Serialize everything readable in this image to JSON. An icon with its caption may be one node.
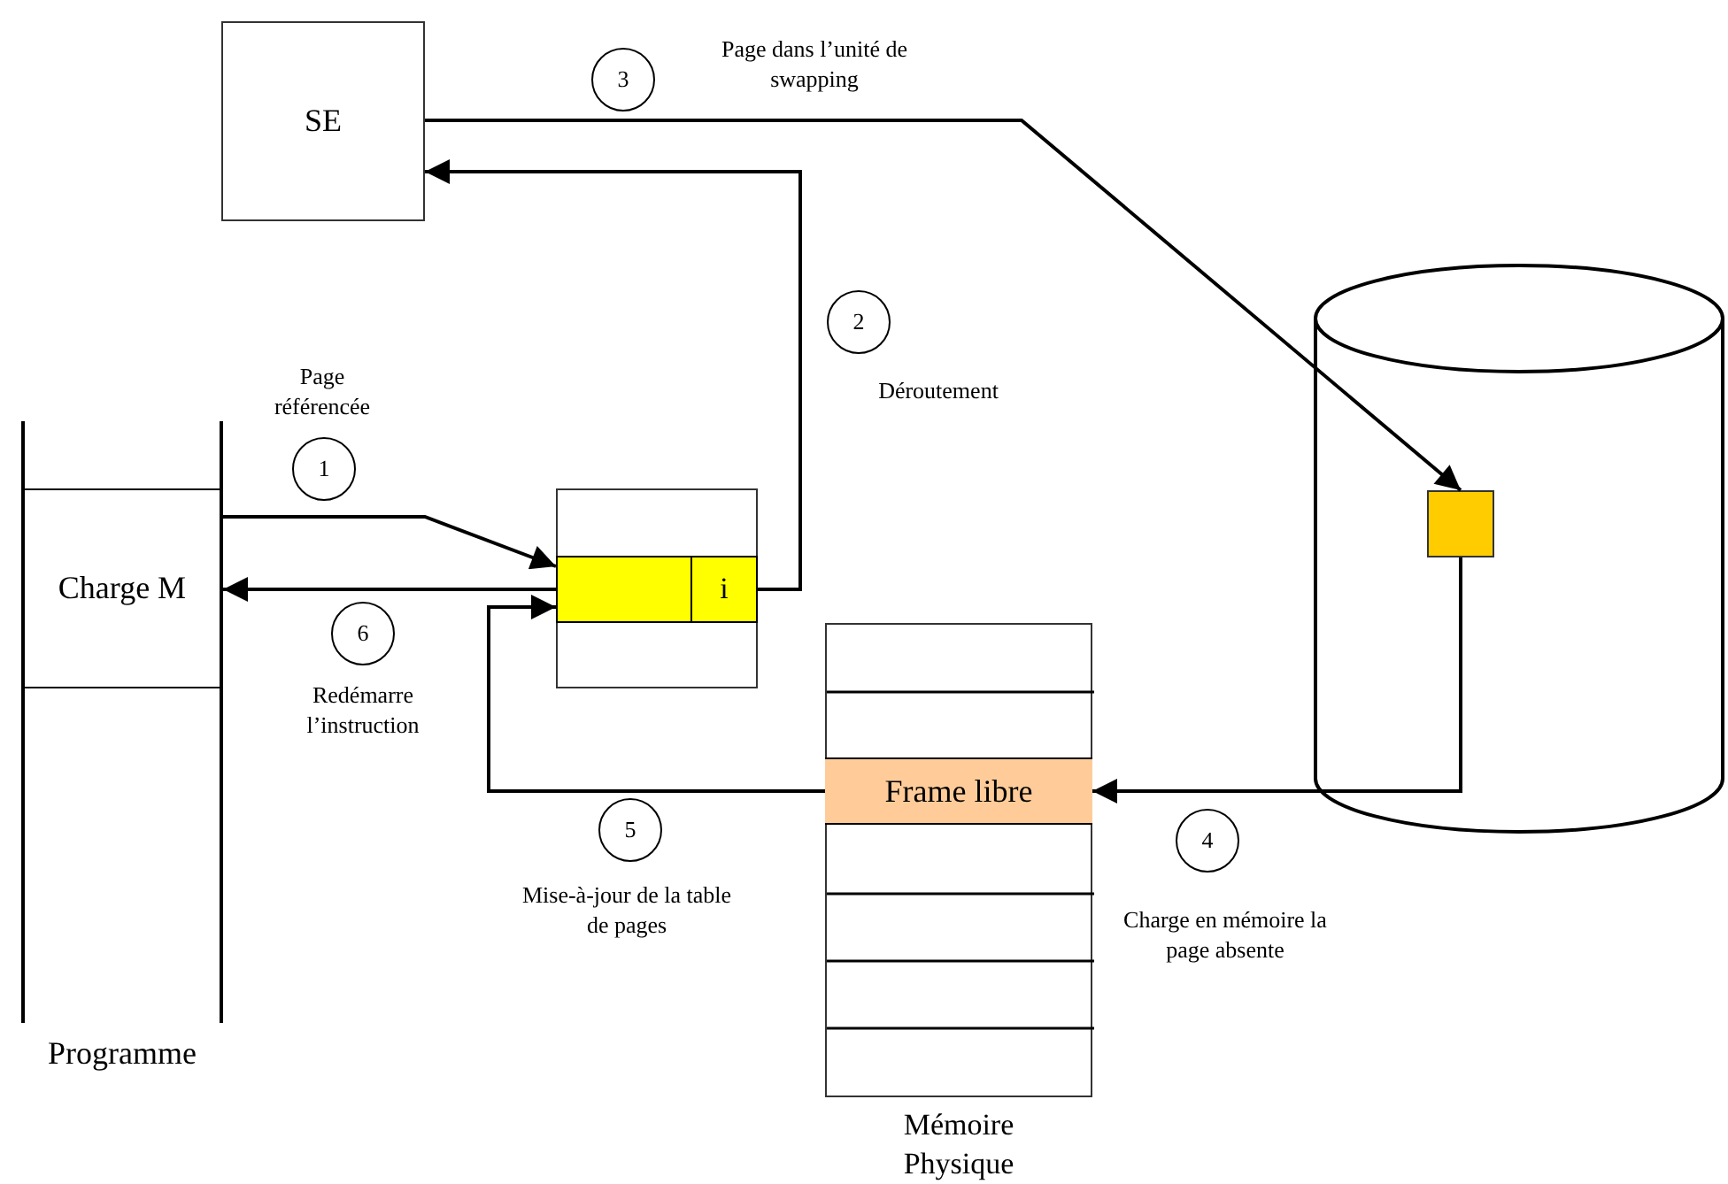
{
  "diagram": {
    "nodes": [
      {
        "text": [
          "SE"
        ]
      },
      {
        "text": [
          "Programme"
        ]
      },
      {
        "text": [
          "Charge M"
        ],
        "in": 1
      },
      {
        "text": [],
        "shape": "box"
      },
      {
        "text": [],
        "shape": "bar",
        "in": 3
      },
      {
        "text": [
          "i"
        ],
        "in": 4
      },
      {
        "text": [
          "Mémoire Physique"
        ]
      },
      {
        "text": [
          "Frame libre"
        ],
        "in": 6
      },
      {
        "text": [],
        "shape": "cylinder"
      },
      {
        "text": [],
        "shape": "box",
        "in": 8
      },
      {
        "text": [
          "1"
        ],
        "beside": [
          "Page référencée"
        ]
      },
      {
        "text": [
          "2"
        ],
        "beside": [
          "Déroutement"
        ]
      },
      {
        "text": [
          "3"
        ],
        "beside": [
          "Page dans l’unité de swapping"
        ]
      },
      {
        "text": [
          "4"
        ],
        "beside": [
          "Charge en mémoire la page absente"
        ]
      },
      {
        "text": [
          "5"
        ],
        "beside": [
          "Mise-à-jour de la table de pages"
        ]
      },
      {
        "text": [
          "6"
        ],
        "beside": [
          "Redémarre l’instruction"
        ]
      }
    ],
    "edges": [
      {
        "from": 2,
        "to": 4,
        "arrow": "to"
      },
      {
        "from": 5,
        "to": 0,
        "arrow": "to"
      },
      {
        "from": 0,
        "to": 9,
        "arrow": "to"
      },
      {
        "from": 9,
        "to": 7,
        "arrow": "to"
      },
      {
        "from": 7,
        "to": 4,
        "arrow": "to"
      },
      {
        "from": 4,
        "to": 2,
        "arrow": "to"
      }
    ]
  }
}
